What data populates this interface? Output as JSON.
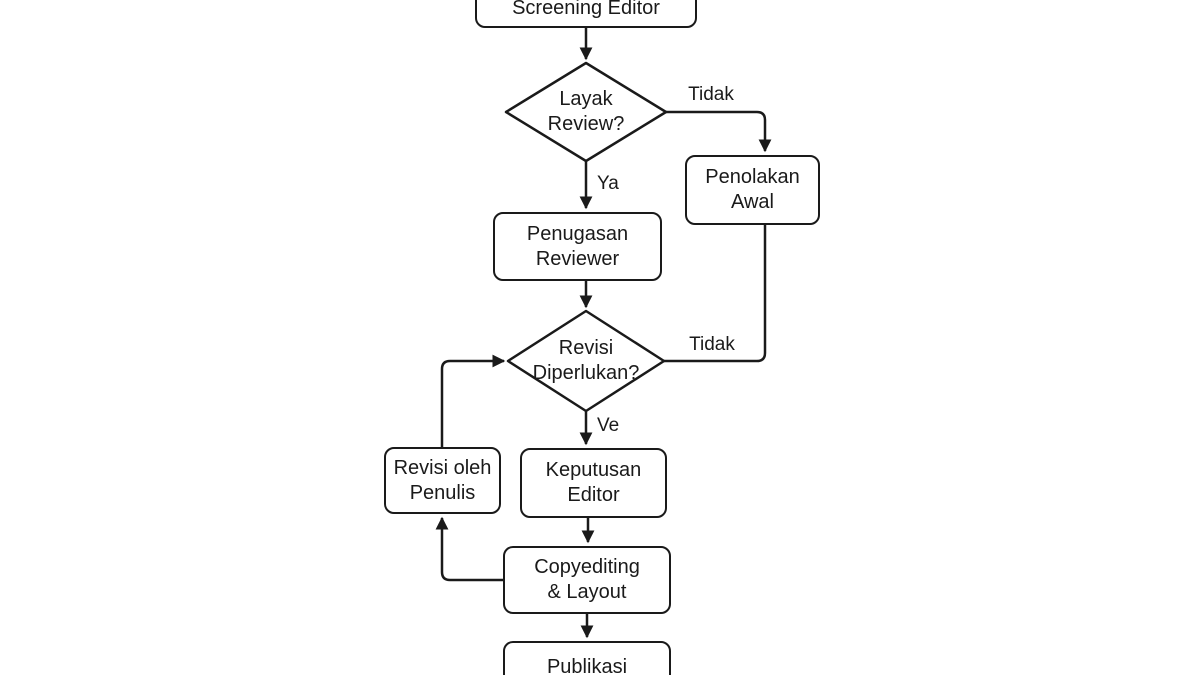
{
  "diagram": {
    "background_color": "#ffffff",
    "stroke_color": "#1a1a1a",
    "text_color": "#1a1a1a"
  },
  "nodes": {
    "screening_editor": {
      "type": "process",
      "label": "Screening Editor"
    },
    "layak_review": {
      "type": "decision",
      "label": "Layak\nReview?"
    },
    "penolakan_awal": {
      "type": "process",
      "label": "Penolakan\nAwal"
    },
    "penugasan_reviewer": {
      "type": "process",
      "label": "Penugasan\nReviewer"
    },
    "revisi_diperlukan": {
      "type": "decision",
      "label": "Revisi\nDiperlukan?"
    },
    "revisi_oleh_penulis": {
      "type": "process",
      "label": "Revisi oleh\nPenulis"
    },
    "keputusan_editor": {
      "type": "process",
      "label": "Keputusan\nEditor"
    },
    "copyediting_layout": {
      "type": "process",
      "label": "Copyediting\n& Layout"
    },
    "publikasi": {
      "type": "process",
      "label": "Publikasi"
    }
  },
  "edge_labels": {
    "layak_review_no": "Tidak",
    "layak_review_yes": "Ya",
    "revisi_diperlukan_no": "Tidak",
    "revisi_diperlukan_yes": "Ve"
  }
}
